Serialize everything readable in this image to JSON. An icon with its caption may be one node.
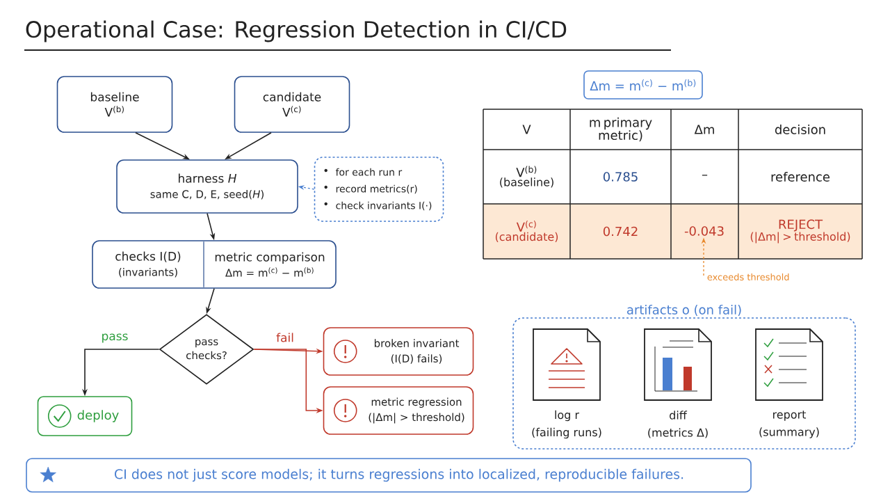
{
  "diagram": {
    "title": "Operational Case: Regression Detection in CI/CD",
    "nodes": [
      {
        "text": [
          "baseline",
          "V$^{(b)}$"
        ]
      },
      {
        "text": [
          "candidate",
          "V$^{(c)}$"
        ]
      },
      {
        "text": [
          "harness *H*",
          "same C, D, E, seed(*H*)"
        ]
      },
      {
        "text": [
          "for each run r",
          "record metrics(r)",
          "check invariants I(·)"
        ]
      },
      {
        "text": [
          "checks I(D)",
          "(invariants)",
          "metric comparison",
          "Δm = m$^{(c)}$ − m$^{(b)}$"
        ]
      },
      {
        "text": [
          "pass checks?"
        ]
      },
      {
        "text": [
          "broken invariant",
          "(I(D) fails)"
        ]
      },
      {
        "text": [
          "metric regression",
          "(|Δm| > threshold)"
        ]
      },
      {
        "text": [
          "deploy"
        ]
      },
      {
        "text": [
          "Δm = m$^{(c)}$ − m$^{(b)}$"
        ]
      },
      {
        "text": [
          "artifacts o (on fail)"
        ]
      },
      {
        "text": [
          "log r",
          "(failing runs)"
        ],
        "in": 10
      },
      {
        "text": [
          "diff",
          "(metrics Δ)"
        ],
        "in": 10
      },
      {
        "text": [
          "report",
          "(summary)"
        ],
        "in": 10
      },
      {
        "text": [
          "CI does not just score models; it turns regressions into localized, reproducible failures."
        ]
      },
      {
        "text": [
          "exceeds threshold"
        ]
      },
      {
        "text": [
          "-0.043"
        ]
      }
    ],
    "edges": [
      {
        "from": 0,
        "to": 2,
        "arrow": "to"
      },
      {
        "from": 1,
        "to": 2,
        "arrow": "to"
      },
      {
        "from": 3,
        "to": 2,
        "arrow": "to",
        "style": "dashed",
        "color": "#4a7fd0"
      },
      {
        "from": 2,
        "to": 4,
        "arrow": "to"
      },
      {
        "from": 4,
        "to": 5,
        "arrow": "to"
      },
      {
        "from": 5,
        "to": 8,
        "arrow": "to",
        "label": "pass"
      },
      {
        "from": 5,
        "to": 6,
        "arrow": "to",
        "label": "fail",
        "color": "#c0392b"
      },
      {
        "from": 5,
        "to": 7,
        "arrow": "to",
        "color": "#c0392b"
      },
      {
        "from": 15,
        "to": 16,
        "arrow": "to",
        "style": "dashed",
        "color": "#e8892c"
      }
    ],
    "labels": [
      "V",
      "m primary metric)",
      "Δm",
      "decision",
      "V$^{(b)}$",
      "(baseline)",
      "0.785",
      "–",
      "reference",
      "V$^{(c)}$",
      "(candidate)",
      "0.742",
      "REJECT",
      "(|Δm| > threshold)"
    ]
  }
}
